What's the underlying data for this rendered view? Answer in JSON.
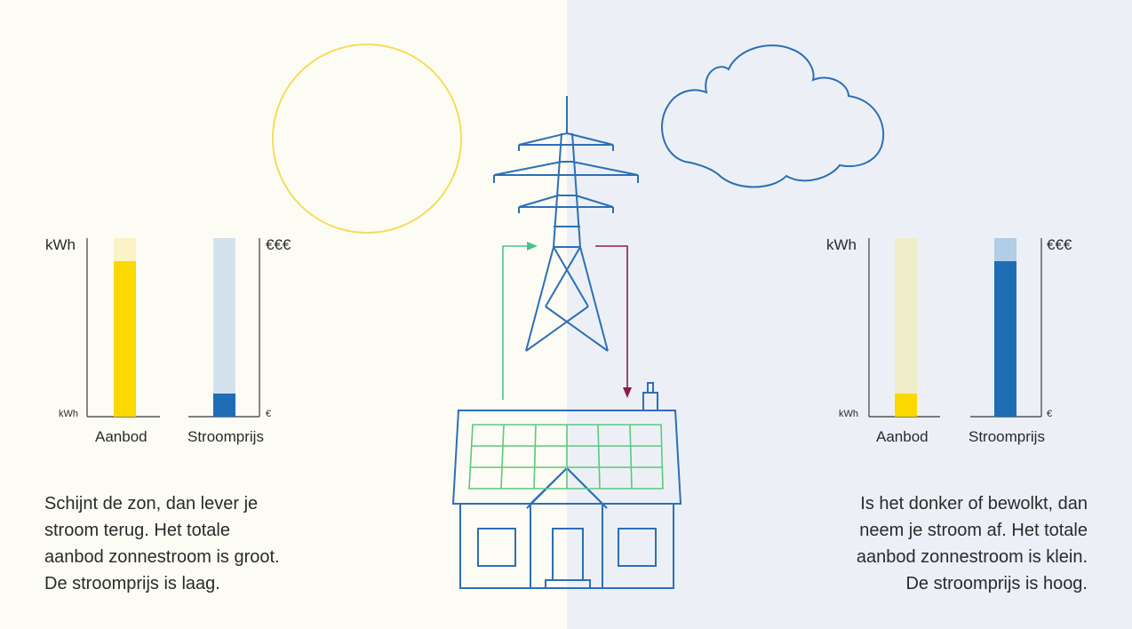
{
  "colors": {
    "bg_sunny": "#fdfcf4",
    "bg_cloudy": "#ecf0f6",
    "sun": "#f5dc5a",
    "line_blue": "#2c6fb6",
    "solar_green": "#5cc87c",
    "arrow_up": "#4ec08a",
    "arrow_down": "#8a1f45",
    "axis": "#555555",
    "supply_high": "#fad800",
    "supply_track_sunny": "#fbf3c6",
    "supply_track_cloudy": "#efedc8",
    "price_low": "#1f6db5",
    "price_track_sunny": "#d4e2ee",
    "price_track_cloudy": "#b2cde6",
    "price_high": "#1f6db5"
  },
  "sunny": {
    "axis_left_top": "kWh",
    "axis_left_bottom": "kWh",
    "axis_right_top": "€€€",
    "axis_right_bottom": "€",
    "supply_label": "Aanbod",
    "price_label": "Stroomprijs",
    "supply_level": 0.87,
    "price_level": 0.13,
    "text": [
      "Schijnt de zon, dan lever je",
      "stroom terug. Het totale",
      "aanbod zonnestroom is groot.",
      "De stroomprijs is laag."
    ]
  },
  "cloudy": {
    "axis_left_top": "kWh",
    "axis_left_bottom": "kWh",
    "axis_right_top": "€€€",
    "axis_right_bottom": "€",
    "supply_label": "Aanbod",
    "price_label": "Stroomprijs",
    "supply_level": 0.13,
    "price_level": 0.87,
    "text": [
      "Is het donker of bewolkt, dan",
      "neem je stroom af. Het totale",
      "aanbod zonnestroom is klein.",
      "De stroomprijs is hoog."
    ]
  },
  "icons": {
    "sun": "sun-icon",
    "cloud": "cloud-icon",
    "pylon": "power-pylon-icon",
    "house": "house-icon",
    "solar_panel": "solar-panel-icon",
    "feed_in_arrow": "arrow-up-right-icon",
    "draw_arrow": "arrow-down-icon"
  }
}
